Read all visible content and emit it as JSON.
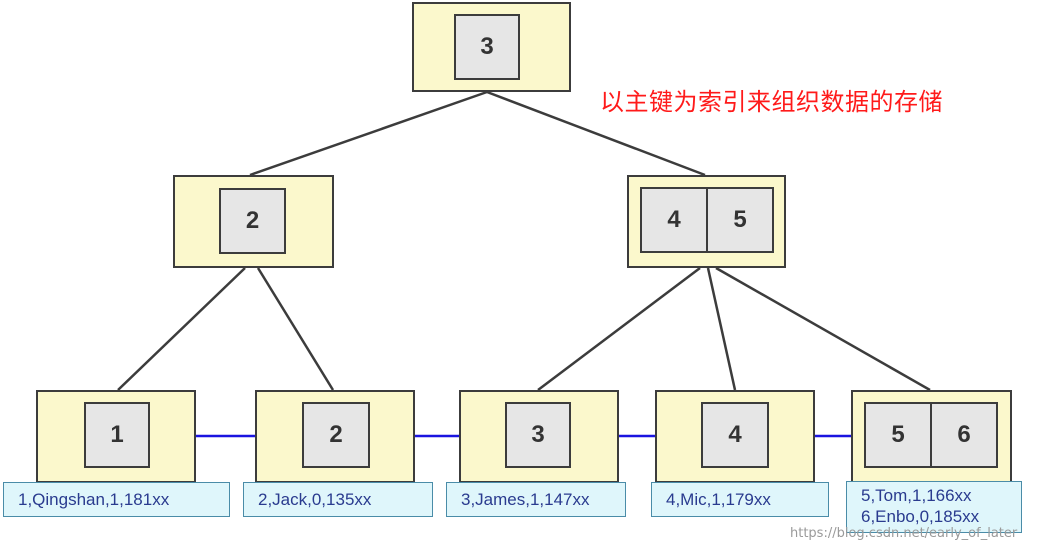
{
  "caption": "以主键为索引来组织数据的存储",
  "watermark": "https://blog.csdn.net/early_of_later",
  "colors": {
    "node_fill": "#fbf8cc",
    "key_fill": "#e6e6e6",
    "data_fill": "#dff6fb",
    "arrow": "#1a14e0",
    "caption": "#ff1a1a",
    "line": "#3c3c3c"
  },
  "tree": {
    "root": {
      "keys": [
        "3"
      ]
    },
    "internal": [
      {
        "keys": [
          "2"
        ]
      },
      {
        "keys": [
          "4",
          "5"
        ]
      }
    ],
    "leaves": [
      {
        "keys": [
          "1"
        ],
        "rows": [
          "1,Qingshan,1,181xx"
        ]
      },
      {
        "keys": [
          "2"
        ],
        "rows": [
          "2,Jack,0,135xx"
        ]
      },
      {
        "keys": [
          "3"
        ],
        "rows": [
          "3,James,1,147xx"
        ]
      },
      {
        "keys": [
          "4"
        ],
        "rows": [
          "4,Mic,1,179xx"
        ]
      },
      {
        "keys": [
          "5",
          "6"
        ],
        "rows": [
          "5,Tom,1,166xx",
          "6,Enbo,0,185xx"
        ]
      }
    ]
  }
}
